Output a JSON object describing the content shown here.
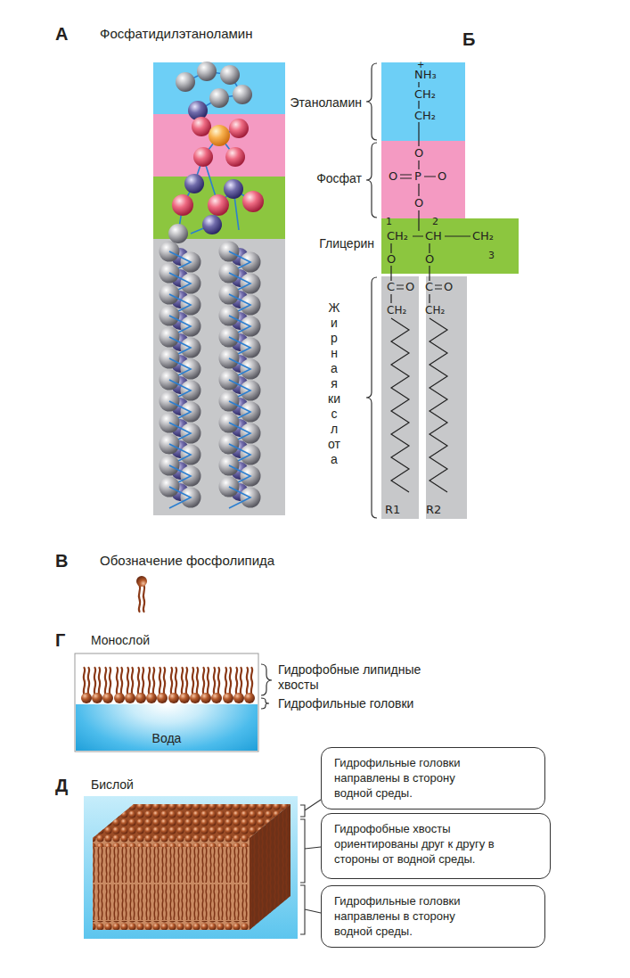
{
  "diagram": {
    "nodes": [
      {
        "text": [
          "Этаноламин",
          "+",
          "NH₃",
          "CH₂",
          "CH₂"
        ]
      },
      {
        "text": [
          "Фосфат",
          "O",
          "O",
          "P",
          "O",
          "O"
        ]
      },
      {
        "text": [
          "Глицерин",
          "1",
          "2",
          "CH₂",
          "CH",
          "CH₂",
          "3",
          "O",
          "O"
        ]
      },
      {
        "text": [
          "Жирная кислота",
          "C",
          "O",
          "C",
          "O",
          "CH₂",
          "CH₂",
          "R1",
          "R2"
        ]
      },
      {
        "text": [
          "Вода"
        ]
      },
      {
        "text": [
          "Гидрофильные головки направлены в сторону водной среды."
        ]
      },
      {
        "text": [
          "Гидрофобные хвосты ориентированы друг к другу в стороны от водной среды."
        ]
      },
      {
        "text": [
          "Гидрофильные головки направлены в сторону водной среды."
        ]
      }
    ],
    "labels": [
      "А",
      "Фосфатидилэтаноламин",
      "Б",
      "В",
      "Обозначение фосфолипида",
      "Г",
      "Монослой",
      "Гидрофобные липидные хвосты",
      "Гидрофильные головки",
      "Д",
      "Бислой"
    ]
  }
}
